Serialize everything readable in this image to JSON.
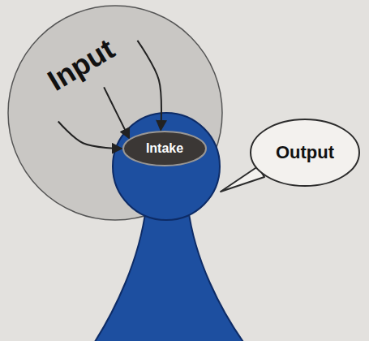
{
  "diagram": {
    "nodes": [
      {
        "text": [
          "Input"
        ]
      },
      {
        "text": [
          "Intake"
        ],
        "in": 0
      },
      {
        "text": [
          "Output"
        ]
      }
    ],
    "edges": [
      {
        "from": 0,
        "to": 1,
        "arrow": "to"
      },
      {
        "from": 0,
        "to": 1,
        "arrow": "to"
      },
      {
        "from": 0,
        "to": 1,
        "arrow": "to"
      }
    ]
  }
}
